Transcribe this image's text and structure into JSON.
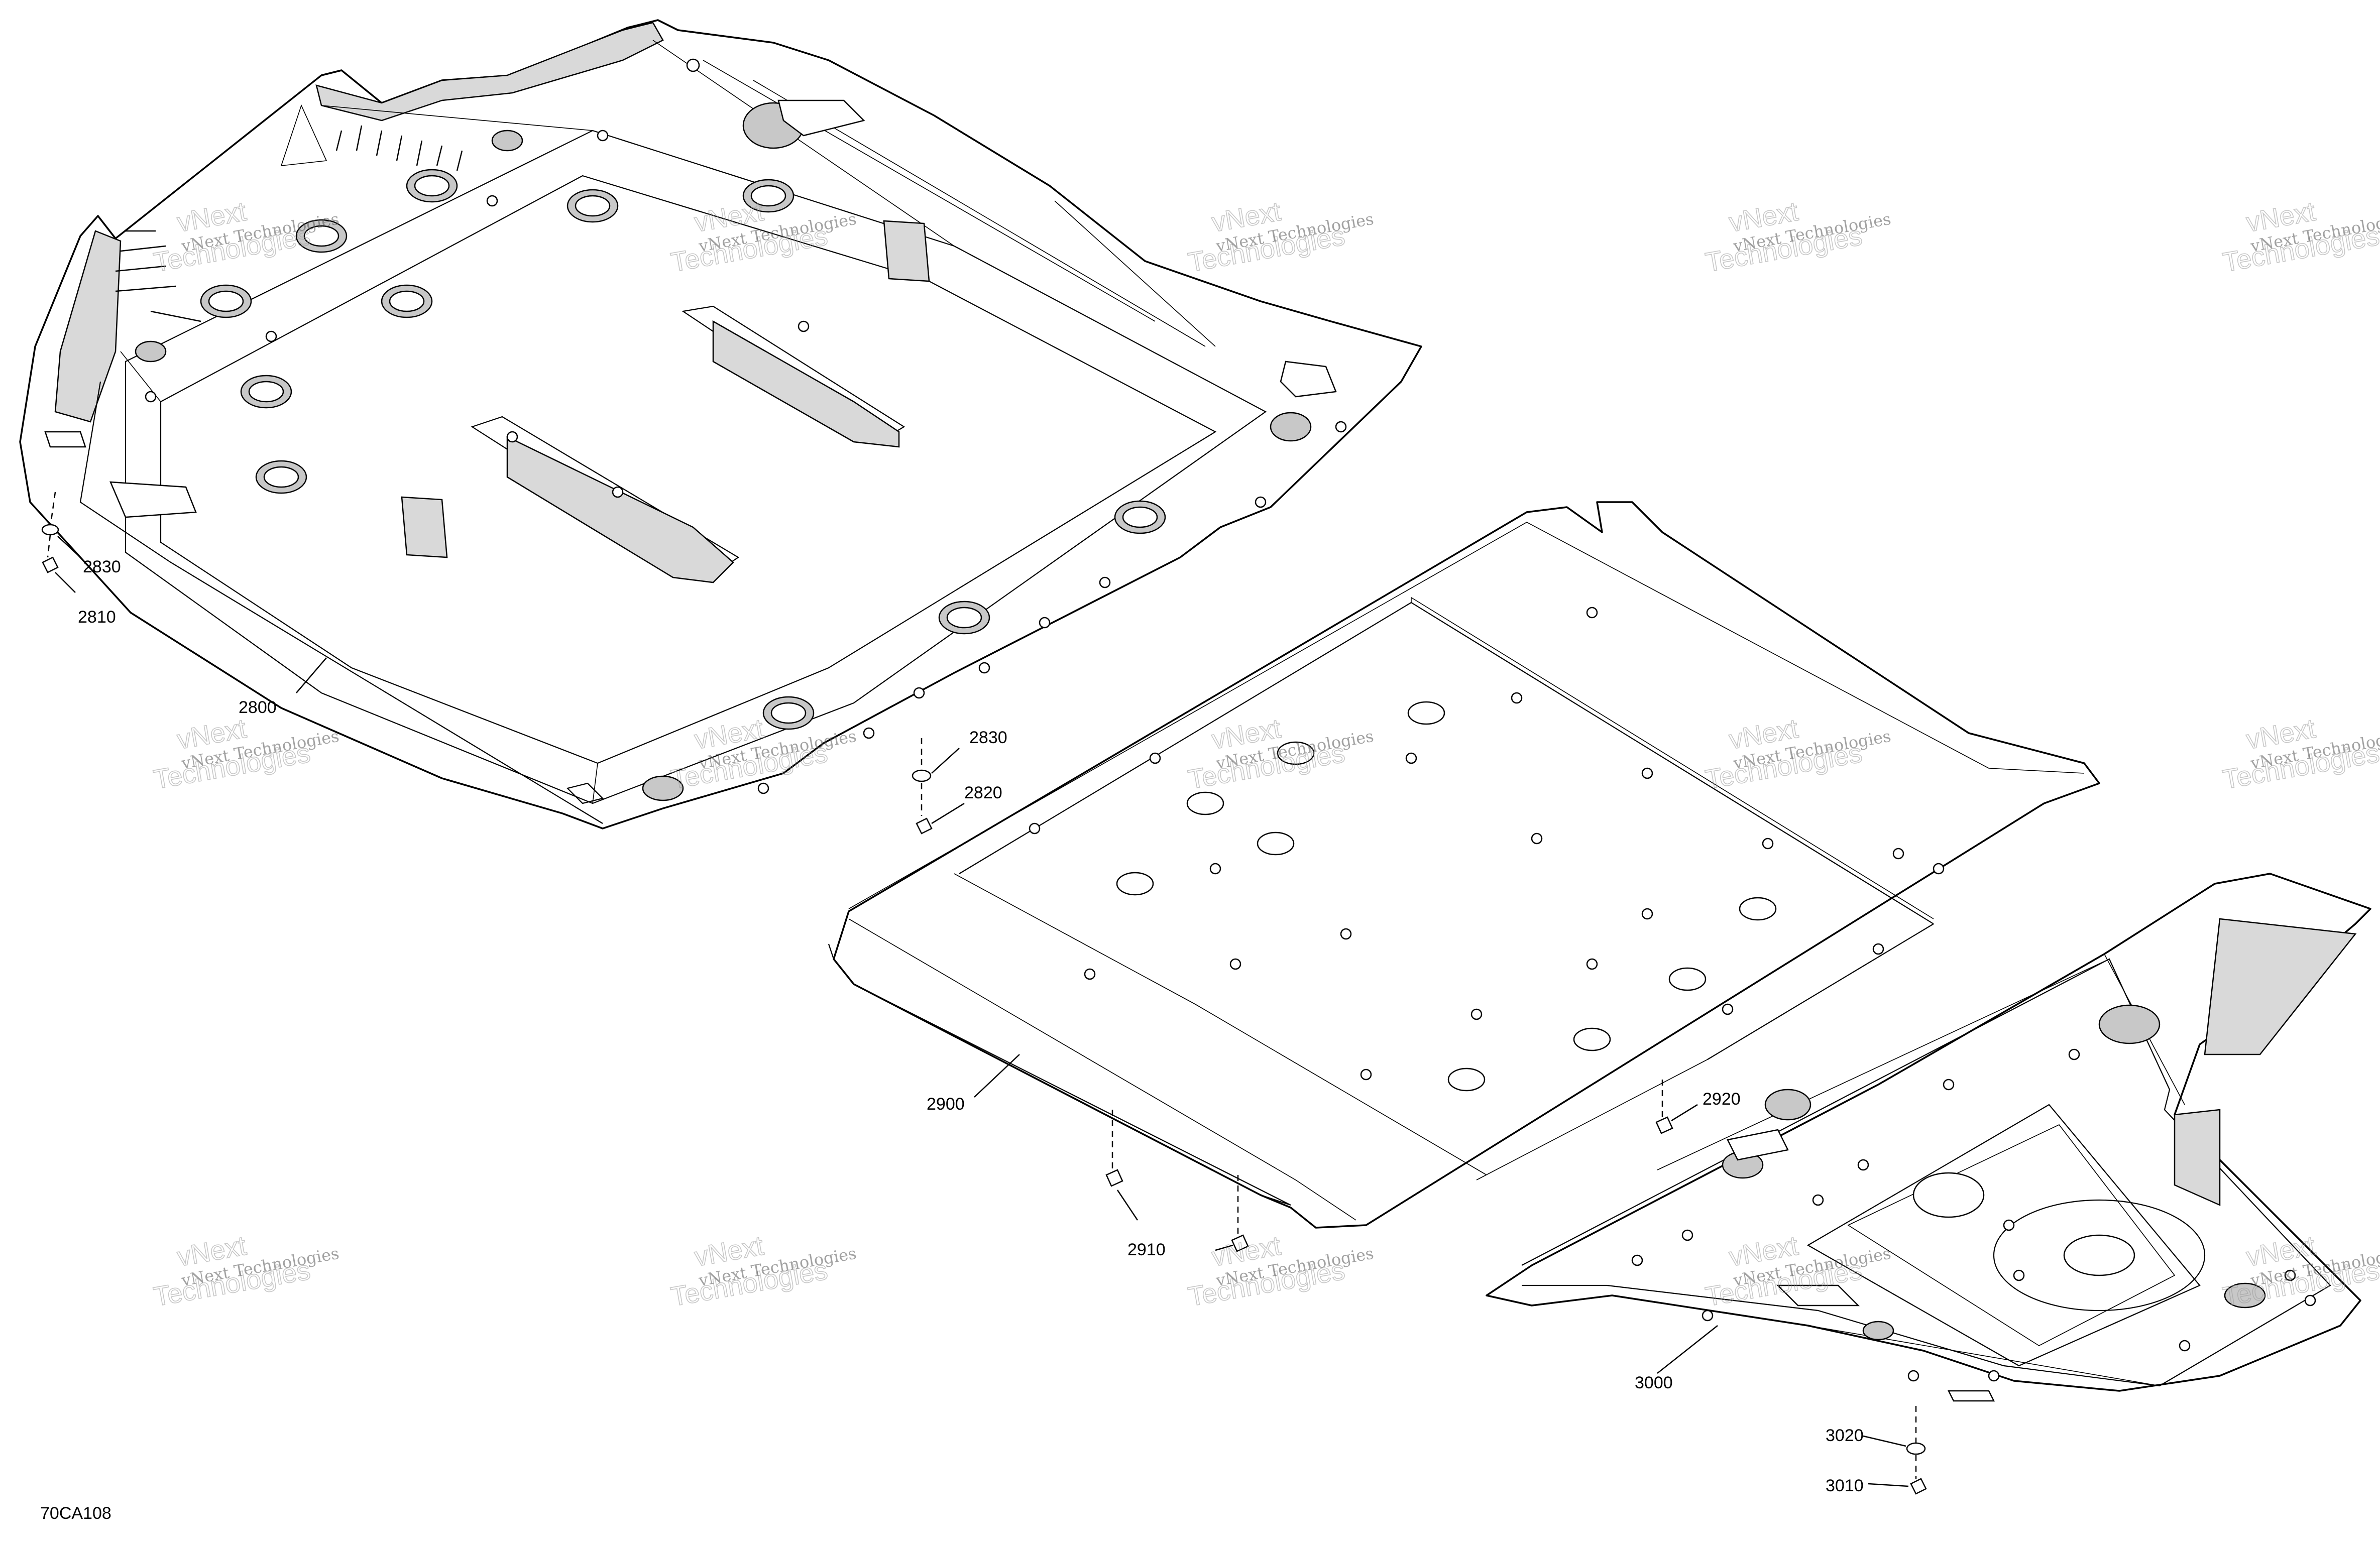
{
  "drawing": {
    "id": "70CA108",
    "callouts": {
      "p2800": "2800",
      "p2810": "2810",
      "p2820": "2820",
      "p2830a": "2830",
      "p2830b": "2830",
      "p2900": "2900",
      "p2910": "2910",
      "p2920": "2920",
      "p3000": "3000",
      "p3010": "3010",
      "p3020": "3020"
    }
  },
  "watermark": {
    "line1": "vNext Technologies",
    "line2": "Technologies",
    "line3": "vNext"
  }
}
